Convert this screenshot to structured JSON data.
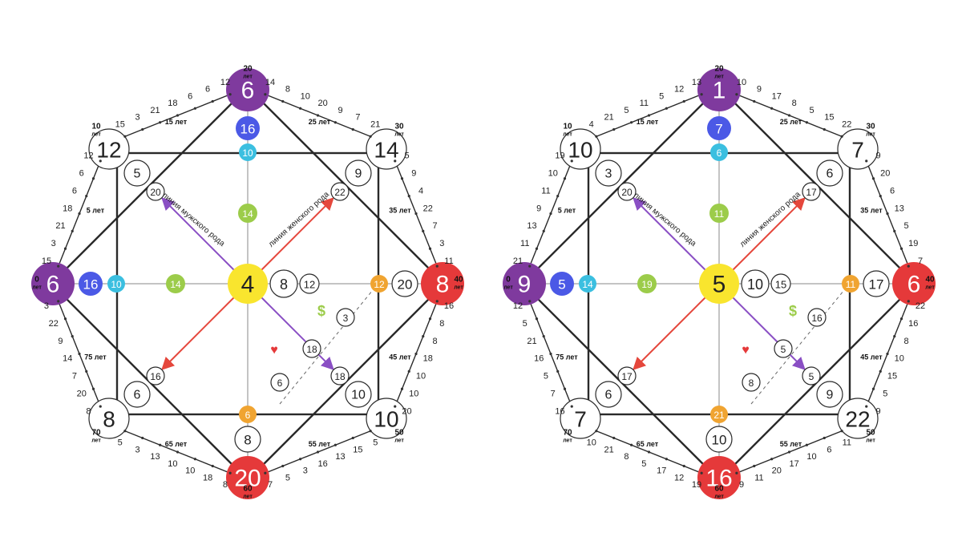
{
  "colors": {
    "purple": "#7f3a9e",
    "blue": "#4b59e6",
    "cyan": "#3bbfe0",
    "green": "#9ccc4a",
    "yellow": "#f9e52e",
    "orange": "#f0a431",
    "red": "#e5393a",
    "line": "#2a2a2a",
    "male_line": "#8a4fc4",
    "female_line": "#e5473c"
  },
  "labels": {
    "male_line": "линия мужского рода",
    "female_line": "линия женского рода",
    "money_symbol": "$",
    "love_symbol": "♥"
  },
  "charts": [
    {
      "top": "6",
      "top2": "16",
      "top3": "10",
      "top4": "14",
      "left": "6",
      "left2": "16",
      "left3": "10",
      "left4": "14",
      "right": "8",
      "right2": "20",
      "right3": "12",
      "bottom": "20",
      "bottom2": "8",
      "bottom3": "6",
      "center": "4",
      "center_r1": "8",
      "center_r2": "12",
      "tl": "12",
      "tl2": "5",
      "tl3": "20",
      "tr": "14",
      "tr2": "9",
      "tr3": "22",
      "bl": "8",
      "bl2": "6",
      "bl3": "16",
      "br": "10",
      "br2": "10",
      "br3": "18",
      "money1": "3",
      "money2": "18",
      "love": "6",
      "ring_left_upper": [
        "15",
        "3",
        "21",
        "18",
        "6",
        "6",
        "12"
      ],
      "ring_top_left": [
        "15",
        "3",
        "21",
        "18",
        "6",
        "6",
        "12"
      ],
      "ring_top_right": [
        "14",
        "8",
        "10",
        "20",
        "9",
        "7",
        "21"
      ],
      "ring_right_upper": [
        "5",
        "9",
        "4",
        "22",
        "7",
        "3",
        "11"
      ],
      "ring_right_lower": [
        "16",
        "8",
        "8",
        "18",
        "10",
        "10",
        "20"
      ],
      "ring_bottom_right": [
        "5",
        "15",
        "13",
        "16",
        "3",
        "5",
        "7"
      ],
      "ring_bottom_left": [
        "8",
        "18",
        "10",
        "10",
        "13",
        "3",
        "5"
      ],
      "ring_left_lower": [
        "8",
        "20",
        "7",
        "14",
        "9",
        "22",
        "3"
      ]
    },
    {
      "top": "1",
      "top2": "7",
      "top3": "6",
      "top4": "11",
      "left": "9",
      "left2": "5",
      "left3": "14",
      "left4": "19",
      "right": "6",
      "right2": "17",
      "right3": "11",
      "bottom": "16",
      "bottom2": "10",
      "bottom3": "21",
      "center": "5",
      "center_r1": "10",
      "center_r2": "15",
      "tl": "10",
      "tl2": "3",
      "tl3": "20",
      "tr": "7",
      "tr2": "6",
      "tr3": "17",
      "bl": "7",
      "bl2": "6",
      "bl3": "17",
      "br": "22",
      "br2": "9",
      "br3": "5",
      "money1": "16",
      "money2": "5",
      "love": "8",
      "ring_left_upper": [
        "21",
        "11",
        "13",
        "9",
        "11",
        "10",
        "19"
      ],
      "ring_top_left": [
        "4",
        "21",
        "5",
        "11",
        "5",
        "12",
        "13"
      ],
      "ring_top_right": [
        "10",
        "9",
        "17",
        "8",
        "5",
        "15",
        "22"
      ],
      "ring_right_upper": [
        "9",
        "20",
        "6",
        "13",
        "5",
        "19",
        "7"
      ],
      "ring_right_lower": [
        "22",
        "16",
        "8",
        "10",
        "15",
        "5",
        "9"
      ],
      "ring_bottom_right": [
        "11",
        "6",
        "10",
        "17",
        "20",
        "11",
        "9"
      ],
      "ring_bottom_left": [
        "19",
        "12",
        "17",
        "5",
        "8",
        "21",
        "10"
      ],
      "ring_left_lower": [
        "16",
        "7",
        "5",
        "16",
        "21",
        "5",
        "12"
      ]
    }
  ],
  "ages": {
    "top": "20",
    "right": "40",
    "bottom": "60",
    "left": "0",
    "top_right": "30",
    "bottom_right": "50",
    "bottom_left": "70",
    "top_left": "10",
    "unit": "лет",
    "a5": "5 лет",
    "a15": "15 лет",
    "a25": "25 лет",
    "a35": "35 лет",
    "a45": "45 лет",
    "a55": "55 лет",
    "a65": "65 лет",
    "a75": "75 лет"
  }
}
